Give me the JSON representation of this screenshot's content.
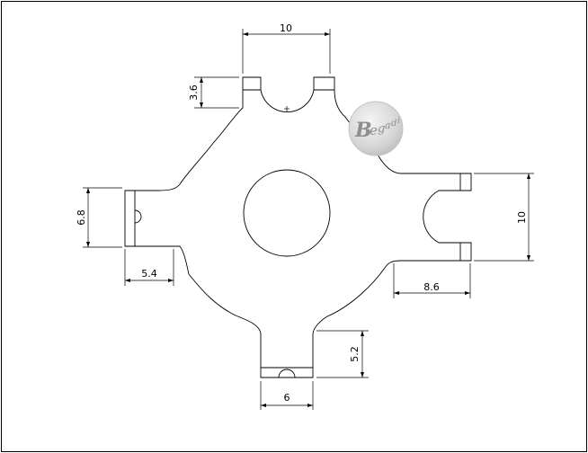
{
  "drawing": {
    "dimensions": {
      "top_width": "10",
      "top_slot_depth": "3.6",
      "left_height": "6.8",
      "left_width": "5.4",
      "right_height": "10",
      "right_width": "8.6",
      "bottom_depth": "5.2",
      "bottom_width": "6"
    },
    "logo": {
      "text": "Begadi"
    }
  }
}
